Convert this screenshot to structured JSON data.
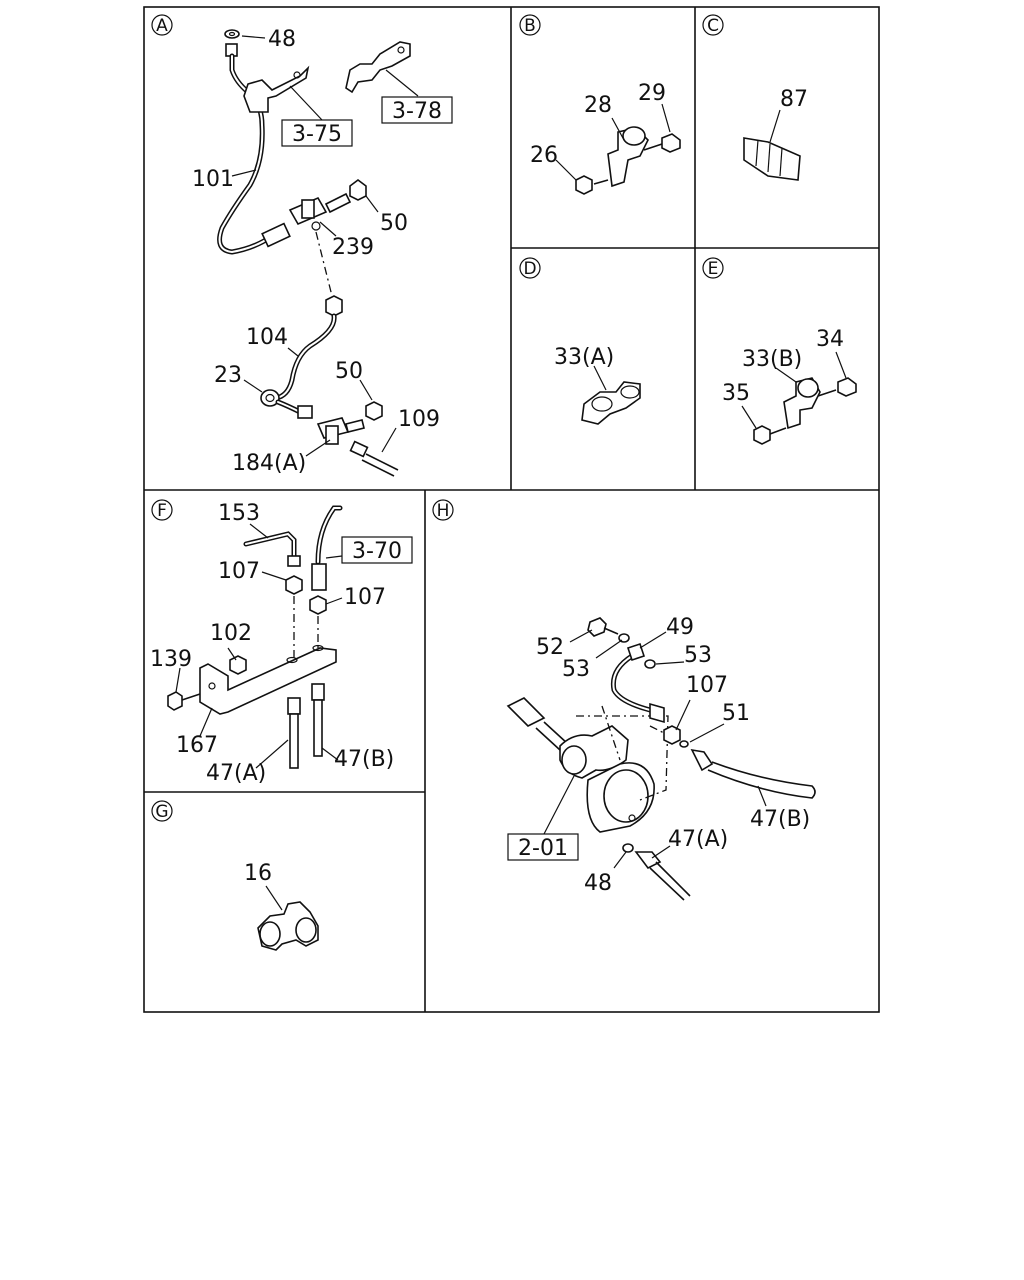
{
  "panels": {
    "A": {
      "label": "A",
      "part_labels": [
        "48",
        "101",
        "50",
        "239",
        "104",
        "23",
        "50",
        "109",
        "184(A)"
      ],
      "ref_labels": [
        "3-75",
        "3-78"
      ]
    },
    "B": {
      "label": "B",
      "part_labels": [
        "28",
        "29",
        "26"
      ]
    },
    "C": {
      "label": "C",
      "part_labels": [
        "87"
      ]
    },
    "D": {
      "label": "D",
      "part_labels": [
        "33(A)"
      ]
    },
    "E": {
      "label": "E",
      "part_labels": [
        "33(B)",
        "34",
        "35"
      ]
    },
    "F": {
      "label": "F",
      "part_labels": [
        "153",
        "107",
        "107",
        "102",
        "139",
        "167",
        "47(A)",
        "47(B)"
      ],
      "ref_labels": [
        "3-70"
      ]
    },
    "G": {
      "label": "G",
      "part_labels": [
        "16"
      ]
    },
    "H": {
      "label": "H",
      "part_labels": [
        "52",
        "49",
        "53",
        "53",
        "107",
        "51",
        "47(B)",
        "48",
        "47(A)"
      ],
      "ref_labels": [
        "2-01"
      ]
    }
  }
}
